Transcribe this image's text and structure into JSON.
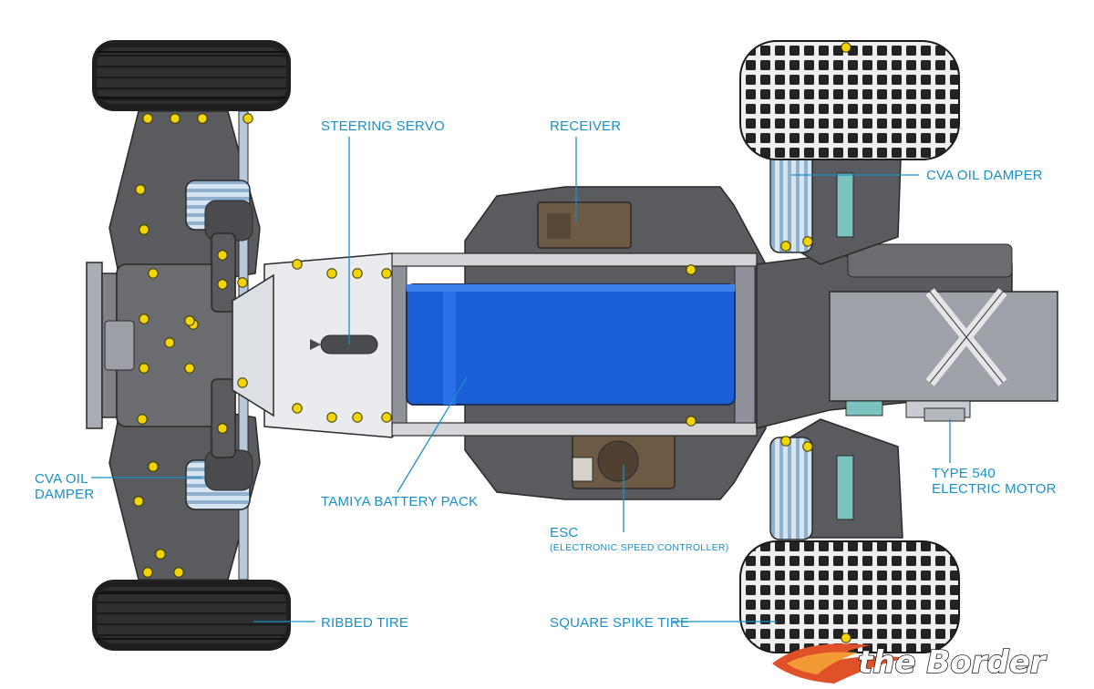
{
  "theme": {
    "label_color": "#1a8fc9",
    "chassis_gray": "#5a5b5e",
    "dark_gray": "#3a3b3e",
    "battery_blue": "#1b5fd6",
    "electronics_brown": "#6d5a45",
    "spring_blue": "#b6cde2",
    "screw_yellow": "#f2d400",
    "tire_dark": "#2a2a2c",
    "aluminum": "#e9ebee",
    "logo_flame": "#e0512a"
  },
  "labels": {
    "steering_servo": "STEERING SERVO",
    "receiver": "RECEIVER",
    "cva_oil_damper_right": "CVA OIL DAMPER",
    "cva_oil_damper_left_1": "CVA OIL",
    "cva_oil_damper_left_2": "DAMPER",
    "tamiya_battery_pack": "TAMIYA BATTERY PACK",
    "type_540_1": "TYPE 540",
    "type_540_2": "ELECTRIC MOTOR",
    "esc": "ESC",
    "esc_full": "(ELECTRONIC SPEED CONTROLLER)",
    "ribbed_tire": "RIBBED TIRE",
    "square_spike_tire": "SQUARE SPIKE TIRE"
  },
  "watermark": {
    "text": "the Border"
  },
  "icons": {
    "logo": "flame-logo-icon"
  }
}
